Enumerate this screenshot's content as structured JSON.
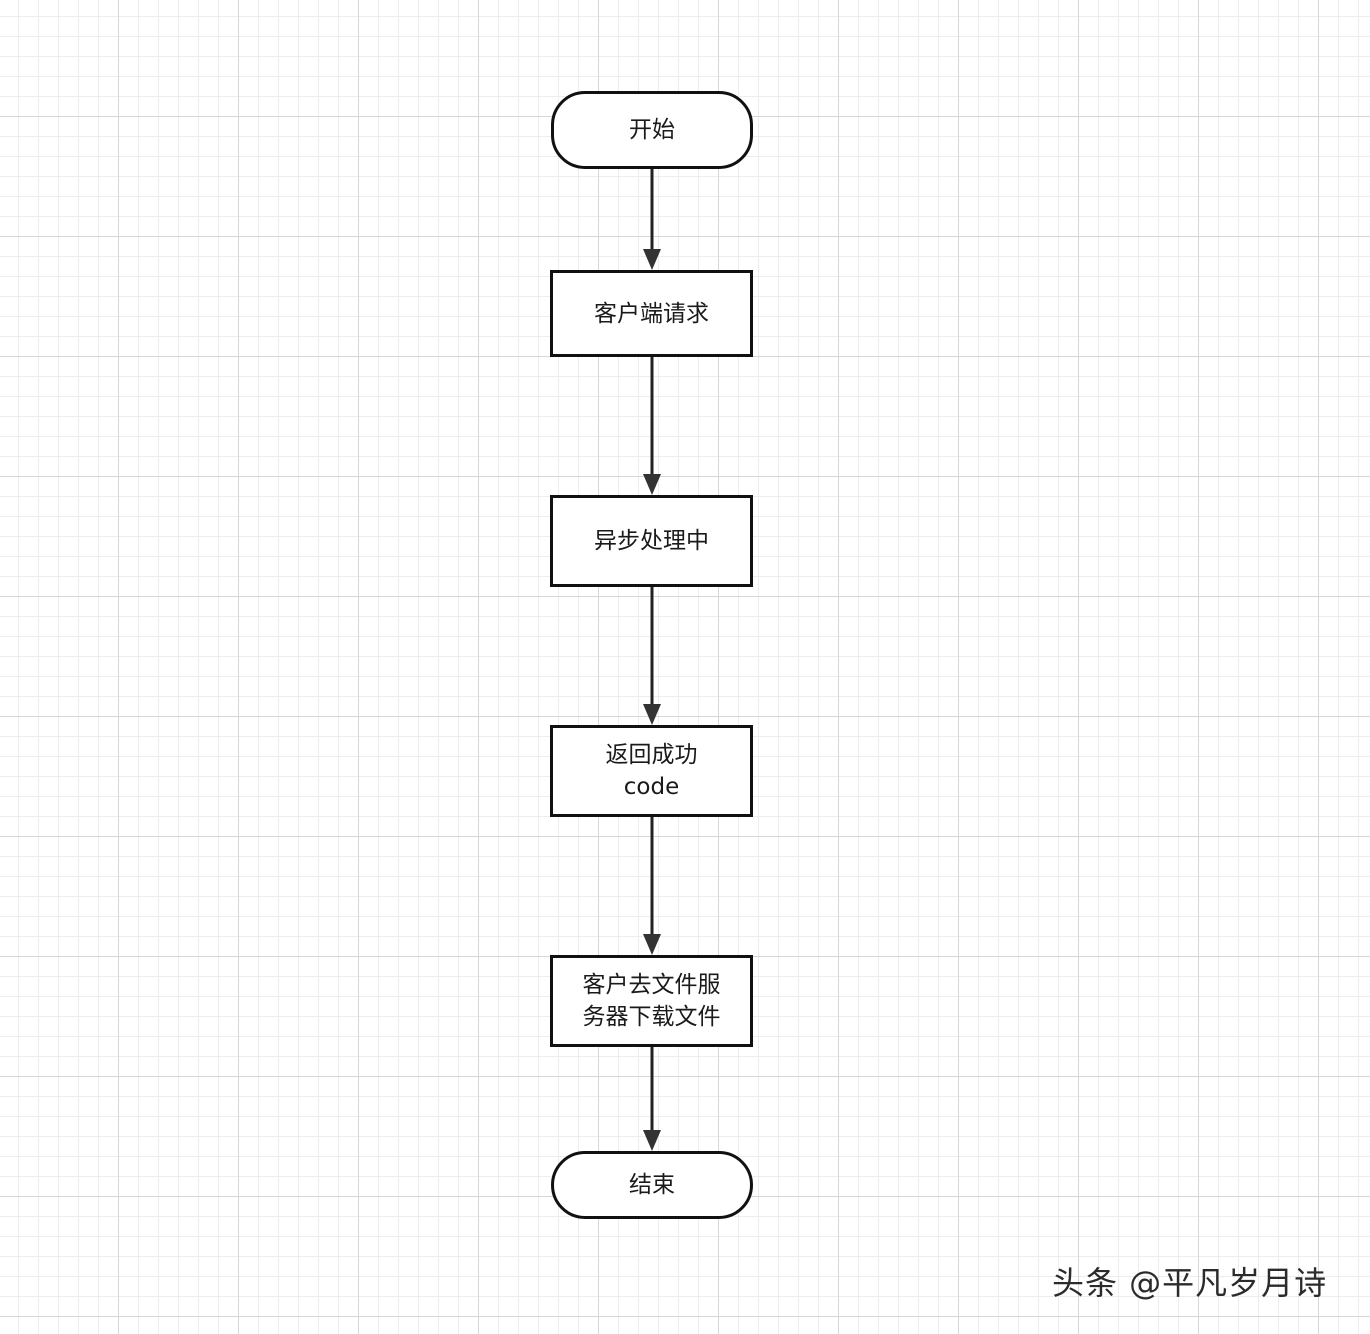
{
  "flowchart": {
    "start": "开始",
    "step1": "客户端请求",
    "step2": "异步处理中",
    "step3_line1": "返回成功",
    "step3_line2": "code",
    "step4_line1": "客户去文件服",
    "step4_line2": "务器下载文件",
    "end": "结束"
  },
  "watermark": "头条 @平凡岁月诗",
  "colors": {
    "stroke": "#111111",
    "grid_major": "#d6d6df",
    "grid_minor": "#ececf1",
    "background": "#ffffff"
  }
}
